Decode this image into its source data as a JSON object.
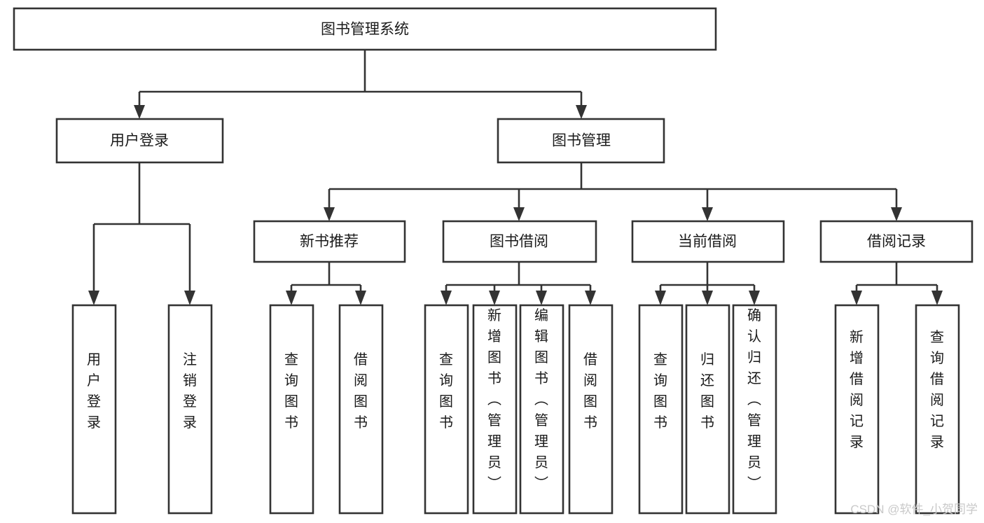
{
  "diagram": {
    "title": "图书管理系统",
    "type": "tree-hierarchy",
    "orientation": "top-down",
    "style": {
      "box_fill": "#ffffff",
      "box_stroke": "#333333",
      "text_color": "#1a1a1a",
      "background": "#ffffff",
      "watermark_color": "#c9c9c9"
    },
    "root": {
      "id": "root",
      "label": "图书管理系统",
      "orientation": "horizontal"
    },
    "level2": [
      {
        "id": "user-login",
        "label": "用户登录",
        "orientation": "horizontal"
      },
      {
        "id": "book-management",
        "label": "图书管理",
        "orientation": "horizontal"
      }
    ],
    "level3": [
      {
        "id": "new-book-recommend",
        "label": "新书推荐",
        "parent": "book-management",
        "orientation": "horizontal"
      },
      {
        "id": "book-borrow",
        "label": "图书借阅",
        "parent": "book-management",
        "orientation": "horizontal"
      },
      {
        "id": "current-borrow",
        "label": "当前借阅",
        "parent": "book-management",
        "orientation": "horizontal"
      },
      {
        "id": "borrow-record",
        "label": "借阅记录",
        "parent": "book-management",
        "orientation": "horizontal"
      }
    ],
    "leaves": [
      {
        "id": "leaf-user-login",
        "label": "用户登录",
        "parent": "user-login",
        "orientation": "vertical"
      },
      {
        "id": "leaf-user-logout",
        "label": "注销登录",
        "parent": "user-login",
        "orientation": "vertical"
      },
      {
        "id": "leaf-query-book-1",
        "label": "查询图书",
        "parent": "new-book-recommend",
        "orientation": "vertical"
      },
      {
        "id": "leaf-borrow-book-1",
        "label": "借阅图书",
        "parent": "new-book-recommend",
        "orientation": "vertical"
      },
      {
        "id": "leaf-query-book-2",
        "label": "查询图书",
        "parent": "book-borrow",
        "orientation": "vertical"
      },
      {
        "id": "leaf-add-book",
        "label": "新增图书（管理员）",
        "parent": "book-borrow",
        "orientation": "vertical"
      },
      {
        "id": "leaf-edit-book",
        "label": "编辑图书（管理员）",
        "parent": "book-borrow",
        "orientation": "vertical"
      },
      {
        "id": "leaf-borrow-book-2",
        "label": "借阅图书",
        "parent": "book-borrow",
        "orientation": "vertical"
      },
      {
        "id": "leaf-query-book-3",
        "label": "查询图书",
        "parent": "current-borrow",
        "orientation": "vertical"
      },
      {
        "id": "leaf-return-book",
        "label": "归还图书",
        "parent": "current-borrow",
        "orientation": "vertical"
      },
      {
        "id": "leaf-confirm-return",
        "label": "确认归还（管理员）",
        "parent": "current-borrow",
        "orientation": "vertical"
      },
      {
        "id": "leaf-add-record",
        "label": "新增借阅记录",
        "parent": "borrow-record",
        "orientation": "vertical"
      },
      {
        "id": "leaf-query-record",
        "label": "查询借阅记录",
        "parent": "borrow-record",
        "orientation": "vertical"
      }
    ]
  },
  "watermark": {
    "text": "CSDN @软件_小贺同学"
  }
}
